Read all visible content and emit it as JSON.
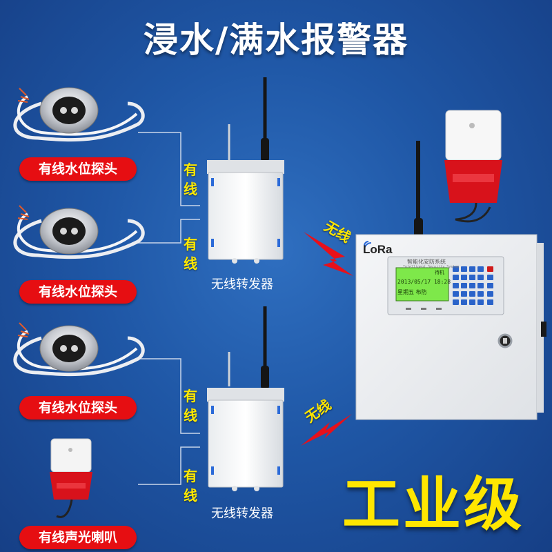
{
  "title": "浸水/满水报警器",
  "sensor_label": "有线水位探头",
  "siren_label": "有线声光喇叭",
  "wired_label": "有线",
  "wired_chars": [
    "有",
    "线"
  ],
  "repeater_label": "无线转发器",
  "wireless_label": "无线",
  "brand_logo": "LoRa",
  "grade_label": "工业级",
  "panel": {
    "header": "智能化安防系统",
    "subheader": "Intelligent Security System",
    "lcd_line1": "2013/05/17 18:28",
    "lcd_line2": "星期五    布防",
    "lcd_top": "待机"
  },
  "colors": {
    "background": "#1f57a6",
    "pill": "#e60e12",
    "accent_yellow": "#ffe600",
    "lightning": "#e8101a",
    "lcd": "#7ee84a"
  }
}
